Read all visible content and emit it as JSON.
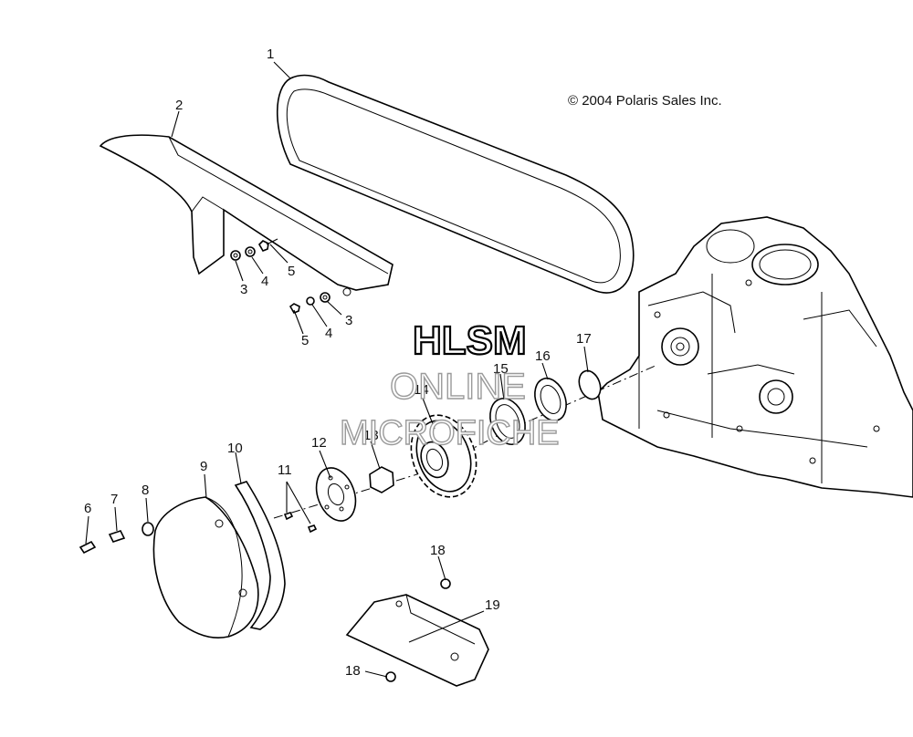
{
  "copyright": "© 2004 Polaris Sales Inc.",
  "watermark": {
    "line1": "HLSM",
    "line2": "ONLINE",
    "line3": "MICROFICHE"
  },
  "callouts": [
    {
      "id": "c1",
      "label": "1"
    },
    {
      "id": "c2",
      "label": "2"
    },
    {
      "id": "c3a",
      "label": "3"
    },
    {
      "id": "c4a",
      "label": "4"
    },
    {
      "id": "c5a",
      "label": "5"
    },
    {
      "id": "c3b",
      "label": "3"
    },
    {
      "id": "c4b",
      "label": "4"
    },
    {
      "id": "c5b",
      "label": "5"
    },
    {
      "id": "c6",
      "label": "6"
    },
    {
      "id": "c7",
      "label": "7"
    },
    {
      "id": "c8",
      "label": "8"
    },
    {
      "id": "c9",
      "label": "9"
    },
    {
      "id": "c10",
      "label": "10"
    },
    {
      "id": "c11",
      "label": "11"
    },
    {
      "id": "c12",
      "label": "12"
    },
    {
      "id": "c13",
      "label": "13"
    },
    {
      "id": "c14",
      "label": "14"
    },
    {
      "id": "c15",
      "label": "15"
    },
    {
      "id": "c16",
      "label": "16"
    },
    {
      "id": "c17",
      "label": "17"
    },
    {
      "id": "c18a",
      "label": "18"
    },
    {
      "id": "c18b",
      "label": "18"
    },
    {
      "id": "c19",
      "label": "19"
    }
  ]
}
